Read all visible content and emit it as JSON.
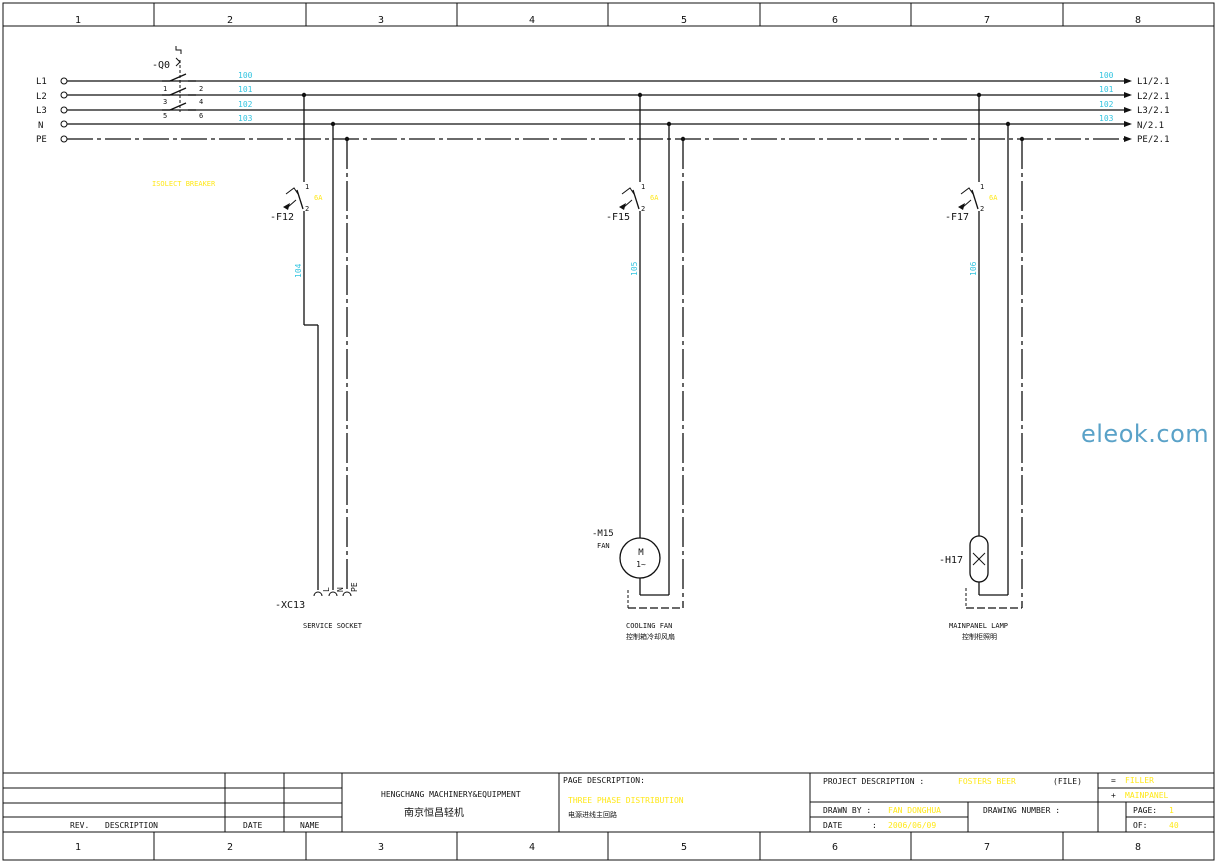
{
  "columns": [
    "1",
    "2",
    "3",
    "4",
    "5",
    "6",
    "7",
    "8"
  ],
  "bus_in": [
    "L1",
    "L2",
    "L3",
    "N",
    "PE"
  ],
  "bus_out": [
    "L1/2.1",
    "L2/2.1",
    "L3/2.1",
    "N/2.1",
    "PE/2.1"
  ],
  "wire_nums_left": [
    "100",
    "101",
    "102",
    "103"
  ],
  "wire_nums_right": [
    "100",
    "101",
    "102",
    "103"
  ],
  "main_switch": {
    "tag": "-Q0",
    "terms": [
      "1",
      "2",
      "3",
      "4",
      "5",
      "6"
    ],
    "note": "ISOLECT BREAKER"
  },
  "branches": [
    {
      "breaker": "-F12",
      "pin1": "1",
      "pin2": "2",
      "rating": "6A",
      "wire": "104",
      "device": "-XC13",
      "socket_pins": [
        "L",
        "N",
        "PE"
      ],
      "label": "SERVICE SOCKET",
      "label_cn": ""
    },
    {
      "breaker": "-F15",
      "pin1": "1",
      "pin2": "2",
      "rating": "6A",
      "wire": "105",
      "device": "-M15",
      "device_sub": "FAN",
      "motor_top": "M",
      "motor_bot": "1~",
      "label": "COOLING FAN",
      "label_cn": "控制箱冷却风扇"
    },
    {
      "breaker": "-F17",
      "pin1": "1",
      "pin2": "2",
      "rating": "6A",
      "wire": "106",
      "device": "-H17",
      "label": "MAINPANEL LAMP",
      "label_cn": "控制柜照明"
    }
  ],
  "title_block": {
    "rev_h": "REV.",
    "desc_h": "DESCRIPTION",
    "date_h": "DATE",
    "name_h": "NAME",
    "company": "HENGCHANG MACHINERY&EQUIPMENT",
    "company_cn": "南京恒昌轻机",
    "page_desc_h": "PAGE DESCRIPTION:",
    "page_desc": "THREE PHASE DISTRIBUTION",
    "page_desc_cn": "电源进线主回路",
    "project_h": "PROJECT DESCRIPTION :",
    "project": "FOSTERS BEER",
    "file": "(FILE)",
    "eq1": "=",
    "eq1_val": "FILLER",
    "eq2": "+",
    "eq2_val": "MAINPANEL",
    "drawn_h": "DRAWN BY :",
    "drawn": "FAN DONGHUA",
    "drawno_h": "DRAWING NUMBER :",
    "page_h": "PAGE:",
    "page": "1",
    "date_h2": "DATE",
    "date_colon": ":",
    "date": "2006/06/09",
    "of_h": "OF:",
    "of": "40"
  },
  "watermark": "eleok.com",
  "colors": {
    "wire": "#111111",
    "wire_number": "#33c4e0",
    "note": "#ffe81a",
    "watermark": "#5aa2c8"
  }
}
